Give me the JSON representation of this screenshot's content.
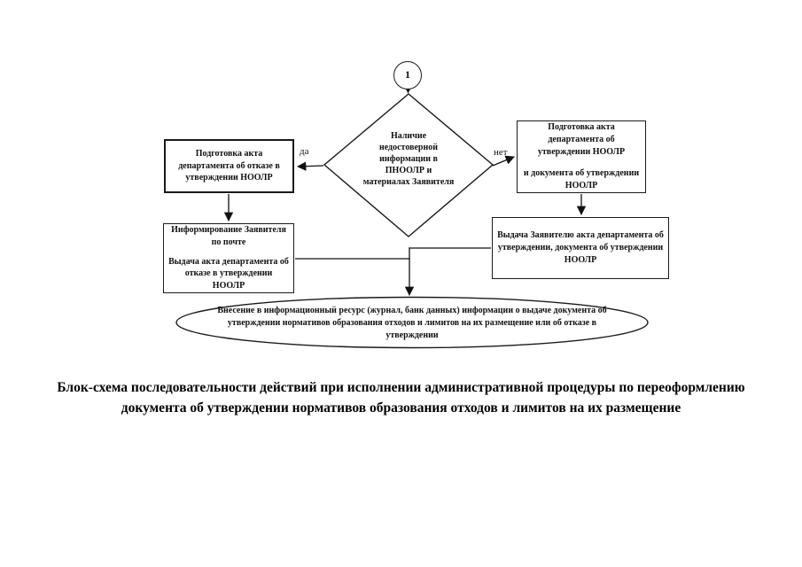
{
  "diagram": {
    "start": {
      "label": "1"
    },
    "decision": {
      "text": "Наличие недостоверной информации в ПНООЛР и материалах Заявителя"
    },
    "edge_labels": {
      "yes": "да",
      "no": "нет"
    },
    "box_reject": {
      "text": "Подготовка акта департамента об отказе в утверждении НООЛР"
    },
    "box_approve": {
      "para1": "Подготовка акта департамента об утверждении НООЛР",
      "para2": "и документа об утверждении НООЛР"
    },
    "box_inform": {
      "para1": "Информирование Заявителя по почте",
      "para2": "Выдача акта департамента об отказе в утверждении НООЛР"
    },
    "box_issue": {
      "text": "Выдача Заявителю акта департамента об утверждении, документа об утверждении НООЛР"
    },
    "ellipse": {
      "text": "Внесение в информационный ресурс (журнал, банк данных) информации о выдаче документа об утверждении нормативов образования отходов и лимитов на их размещение или об отказе в утверждении"
    }
  },
  "caption": {
    "line1": "Блок-схема последовательности действий при исполнении административной процедуры по переоформлению",
    "line2": "документа об утверждении нормативов образования отходов и лимитов на их размещение"
  },
  "colors": {
    "ink": "#1a1a1a",
    "background": "#ffffff"
  }
}
